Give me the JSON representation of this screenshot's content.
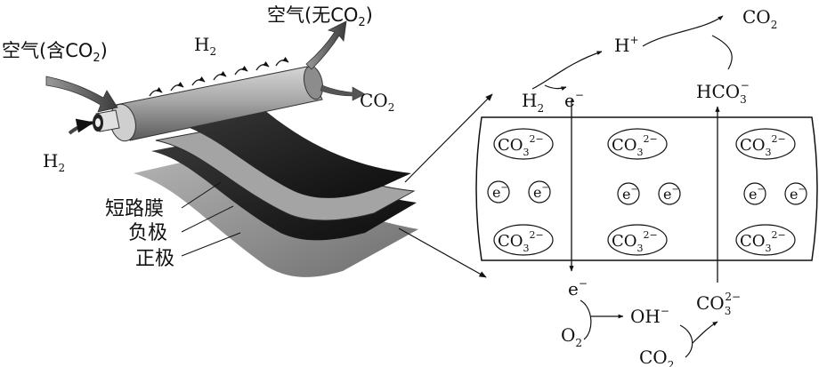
{
  "device": {
    "air_in_label": "空气(含CO",
    "air_in_sub": "2",
    "air_in_close": ")",
    "air_out_label": "空气(无CO",
    "air_out_sub": "2",
    "air_out_close": ")",
    "h2_top": "H",
    "h2_top_sub": "2",
    "h2_left": "H",
    "h2_left_sub": "2",
    "co2_out": "CO",
    "co2_out_sub": "2",
    "layer_labels": [
      "短路膜",
      "负极",
      "正极"
    ]
  },
  "reaction": {
    "h2": "H",
    "h2_sub": "2",
    "e_top": "e",
    "e_top_sup": "−",
    "h_plus": "H",
    "h_plus_sup": "+",
    "co2_top": "CO",
    "co2_top_sub": "2",
    "hco3": "HCO",
    "hco3_sub": "3",
    "hco3_sup": "−",
    "e_bottom": "e",
    "e_bottom_sup": "−",
    "o2": "O",
    "o2_sub": "2",
    "oh": "OH",
    "oh_sup": "−",
    "co3_out": "CO",
    "co3_out_sub": "3",
    "co3_out_sup": "2−",
    "co2_bottom": "CO",
    "co2_bottom_sub": "2"
  },
  "membrane": {
    "carbonate": "CO",
    "carbonate_sub": "3",
    "carbonate_sup": "2−",
    "electron": "e",
    "electron_sup": "−"
  },
  "colors": {
    "ink": "#111111",
    "roller": "#9a9a9a",
    "layer_dark": "#1e1e1e",
    "layer_gray": "#8a8a8a"
  }
}
